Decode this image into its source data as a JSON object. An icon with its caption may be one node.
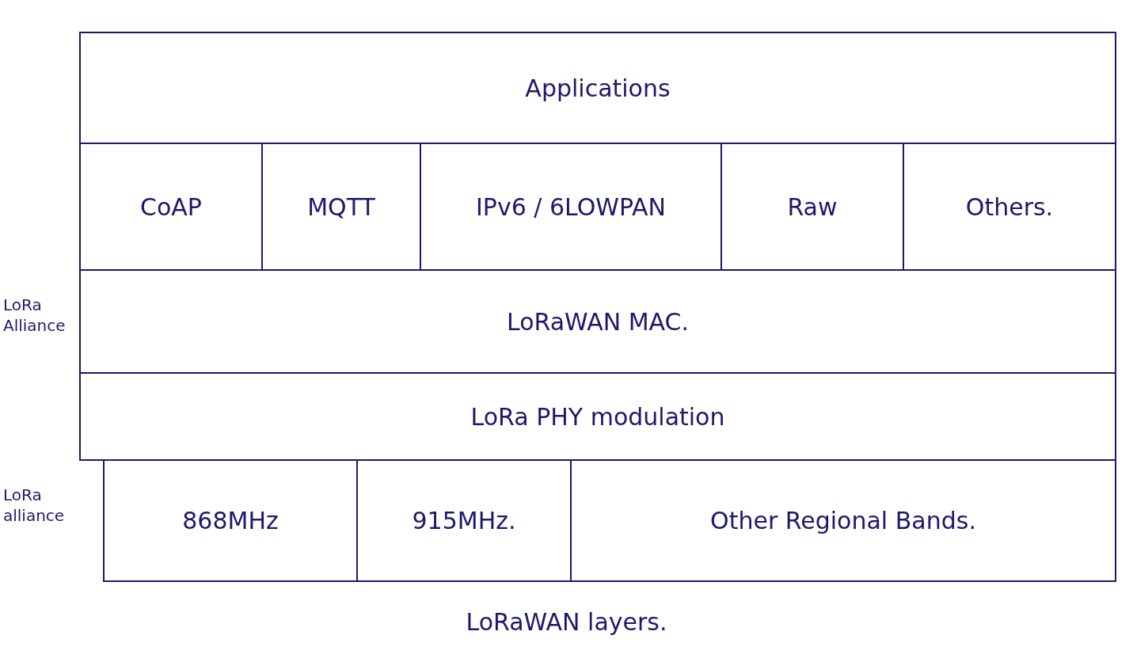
{
  "diagram": {
    "caption": "LoRaWAN layers.",
    "nodes": [
      {
        "text": [
          "Applications"
        ]
      },
      {
        "text": [
          "CoAP"
        ]
      },
      {
        "text": [
          "MQTT"
        ]
      },
      {
        "text": [
          "IPv6 / 6LOWPAN"
        ]
      },
      {
        "text": [
          "Raw"
        ]
      },
      {
        "text": [
          "Others."
        ]
      },
      {
        "text": [
          "LoRaWAN MAC."
        ]
      },
      {
        "text": [
          "LoRa PHY modulation"
        ]
      },
      {
        "text": [
          "868MHz"
        ]
      },
      {
        "text": [
          "915MHz."
        ]
      },
      {
        "text": [
          "Other Regional Bands."
        ]
      }
    ],
    "edges": [],
    "labels": [
      "LoRa Alliance",
      "LoRa alliance"
    ]
  }
}
